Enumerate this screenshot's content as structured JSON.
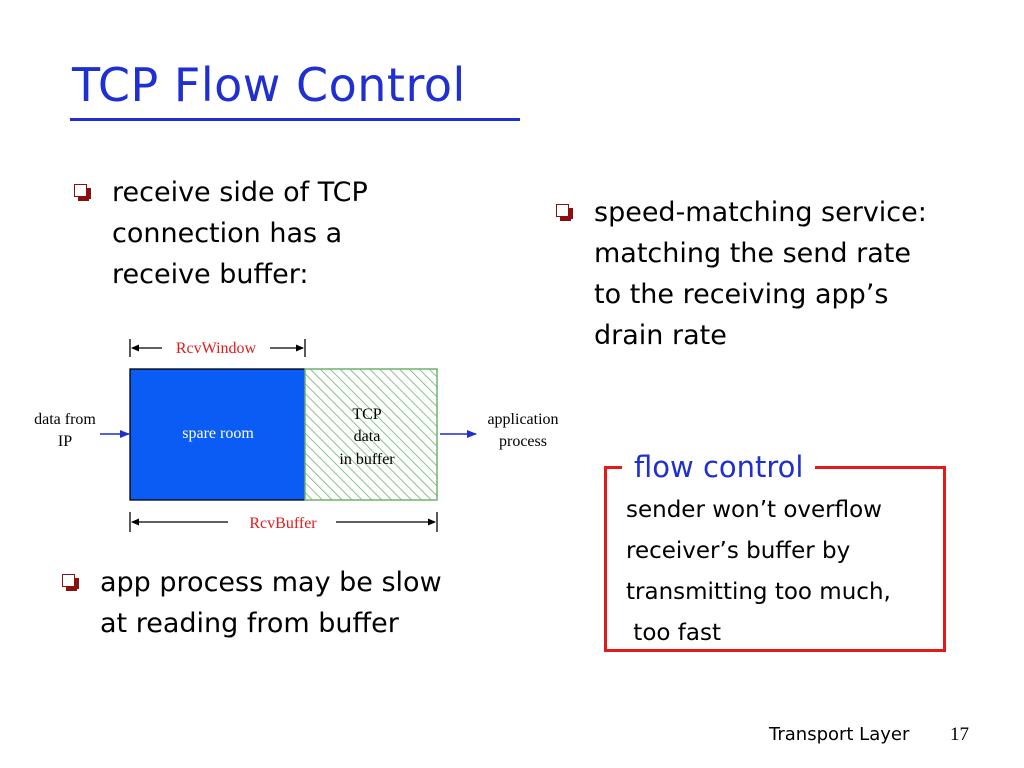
{
  "title": "TCP Flow Control",
  "bullets": {
    "receive_buffer": [
      "receive side of TCP",
      "connection has a",
      "receive buffer:"
    ],
    "speed_matching": [
      "speed-matching service:",
      "matching the send rate",
      "to the receiving app’s",
      "drain rate"
    ],
    "app_slow": [
      "app process may be slow",
      "at reading from buffer"
    ]
  },
  "diagram": {
    "rcv_window_label": "RcvWindow",
    "rcv_buffer_label": "RcvBuffer",
    "spare_room_label": "spare room",
    "tcp_data_label": [
      "TCP",
      "data",
      "in buffer"
    ],
    "input_label": [
      "data from",
      "IP"
    ],
    "output_label": [
      "application",
      "process"
    ],
    "colors": {
      "spare_room": "#0a5cf5",
      "tcp_data_hatch": "#6db46d",
      "label_red": "#e21a1a",
      "title_blue": "#1f2fd0"
    }
  },
  "flow_control": {
    "title": "flow control",
    "body": [
      "sender won’t overflow",
      "receiver’s buffer by",
      "transmitting too much,",
      " too fast"
    ]
  },
  "footer": {
    "label": "Transport Layer",
    "page": "17"
  }
}
